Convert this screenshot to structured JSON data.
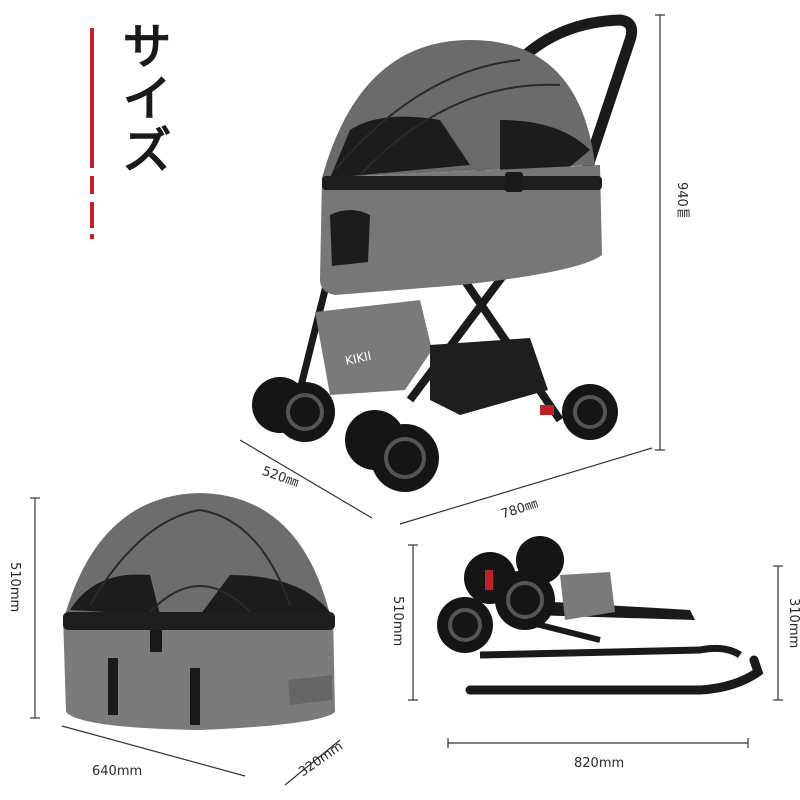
{
  "title": "サイズ",
  "accent_color": "#c0202a",
  "product": {
    "brand_label": "KIKII"
  },
  "dimensions": {
    "stroller_height": "940㎜",
    "stroller_width": "520㎜",
    "stroller_length": "780㎜",
    "carrier_height": "510mm",
    "carrier_length": "640mm",
    "carrier_width": "320mm",
    "folded_height_left": "510mm",
    "folded_height_right": "310mm",
    "folded_length": "820mm"
  }
}
